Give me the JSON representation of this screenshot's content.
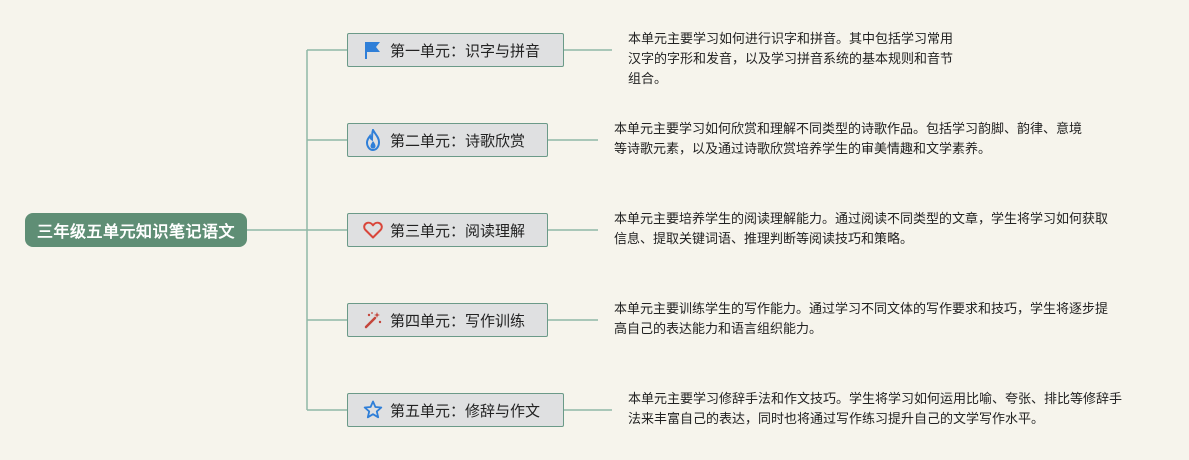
{
  "root": {
    "title": "三年级五单元知识笔记语文"
  },
  "units": [
    {
      "icon": "flag-icon",
      "title": "第一单元：识字与拼音",
      "desc": "本单元主要学习如何进行识字和拼音。其中包括学习常用汉字的字形和发音，以及学习拼音系统的基本规则和音节组合。"
    },
    {
      "icon": "fire-icon",
      "title": "第二单元：诗歌欣赏",
      "desc": "本单元主要学习如何欣赏和理解不同类型的诗歌作品。包括学习韵脚、韵律、意境等诗歌元素，以及通过诗歌欣赏培养学生的审美情趣和文学素养。"
    },
    {
      "icon": "heart-icon",
      "title": "第三单元：阅读理解",
      "desc": "本单元主要培养学生的阅读理解能力。通过阅读不同类型的文章，学生将学习如何获取信息、提取关键词语、推理判断等阅读技巧和策略。"
    },
    {
      "icon": "magic-wand-icon",
      "title": "第四单元：写作训练",
      "desc": "本单元主要训练学生的写作能力。通过学习不同文体的写作要求和技巧，学生将逐步提高自己的表达能力和语言组织能力。"
    },
    {
      "icon": "star-icon",
      "title": "第五单元：修辞与作文",
      "desc": "本单元主要学习修辞手法和作文技巧。学生将学习如何运用比喻、夸张、排比等修辞手法来丰富自己的表达，同时也将通过写作练习提升自己的文学写作水平。"
    }
  ],
  "colors": {
    "root": "#5f8e75",
    "branch_border": "#6b9a88",
    "branch_fill": "#dfe0e1",
    "connector": "#8fb8a6",
    "background": "#f6f4ec",
    "flag": "#2f7fd8",
    "fire": "#2f7fd8",
    "heart": "#d9463a",
    "wand": "#c4463c",
    "star": "#2f7fd8"
  }
}
